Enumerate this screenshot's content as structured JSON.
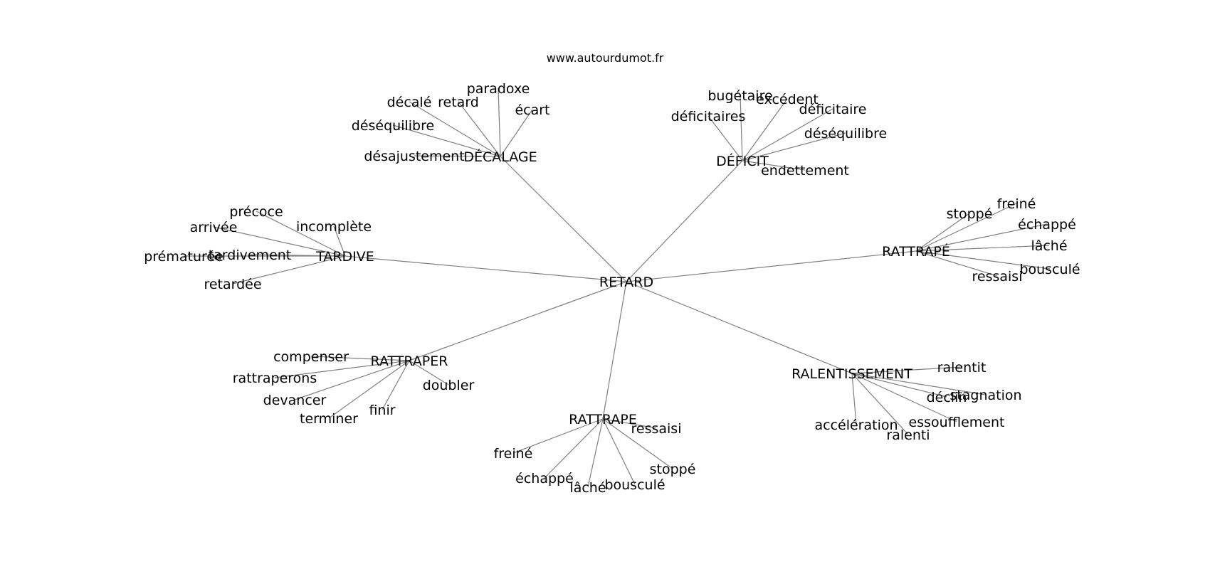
{
  "credit": "www.autourdumot.fr",
  "edge_color": "#808080",
  "text_color": "#000000",
  "center": "RETARD",
  "clusters": [
    {
      "label": "DÉCALAGE",
      "words": [
        "paradoxe",
        "décalé",
        "retard",
        "écart",
        "déséquilibre",
        "désajustement"
      ]
    },
    {
      "label": "DÉFICIT",
      "words": [
        "bugétaire",
        "excédent",
        "déficitaire",
        "déficitaires",
        "déséquilibre",
        "endettement"
      ]
    },
    {
      "label": "TARDIVE",
      "words": [
        "précoce",
        "arrivée",
        "incomplète",
        "prématurée",
        "tardivement",
        "retardée"
      ]
    },
    {
      "label": "RATTRAPÉ",
      "words": [
        "freiné",
        "stoppé",
        "échappé",
        "lâché",
        "bousculé",
        "ressaisi"
      ]
    },
    {
      "label": "RATTRAPER",
      "words": [
        "compenser",
        "rattraperons",
        "devancer",
        "terminer",
        "finir",
        "doubler"
      ]
    },
    {
      "label": "RATTRAPE",
      "words": [
        "ressaisi",
        "freiné",
        "stoppé",
        "échappé",
        "lâché",
        "bousculé"
      ]
    },
    {
      "label": "RALENTISSEMENT",
      "words": [
        "ralentit",
        "stagnation",
        "déclin",
        "essoufflement",
        "accélération",
        "ralenti"
      ]
    }
  ]
}
